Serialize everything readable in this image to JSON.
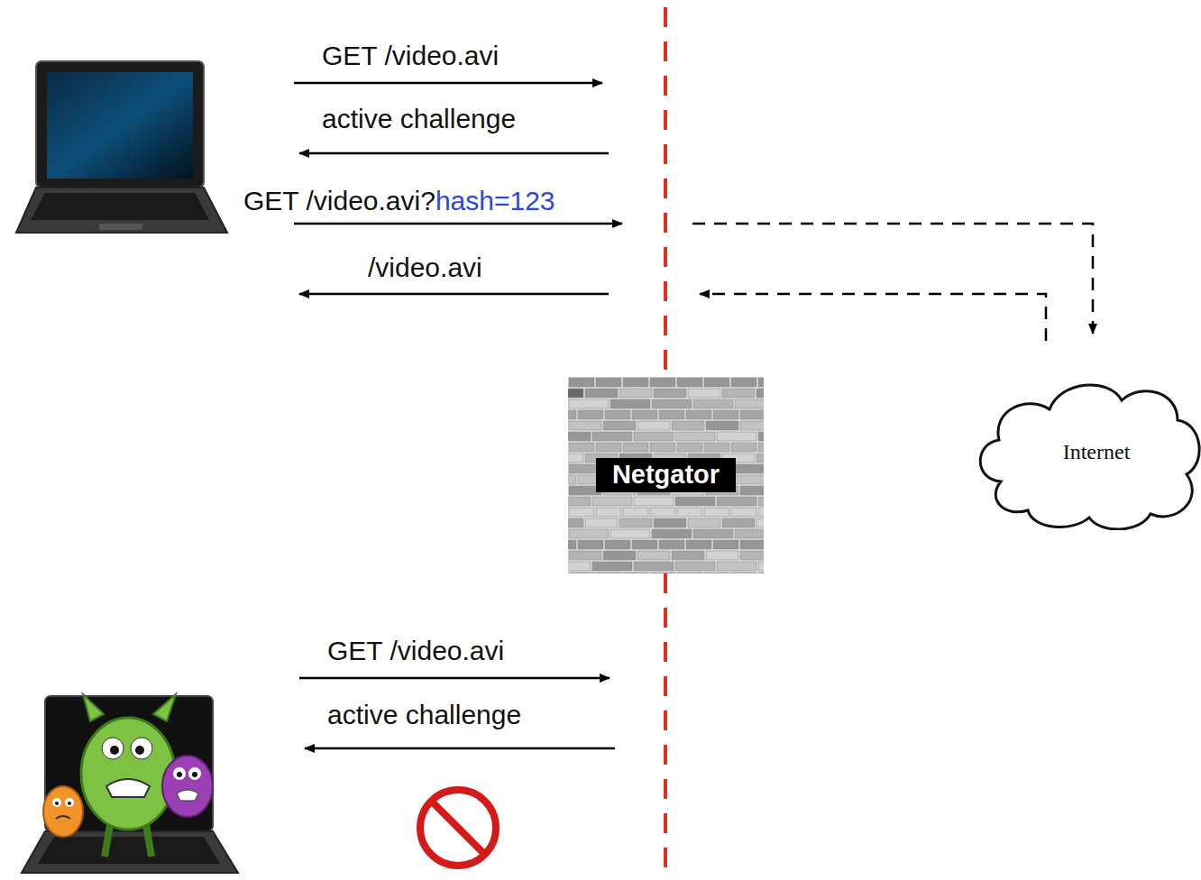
{
  "diagram": {
    "nodes": [
      {
        "text": [
          "Netgator"
        ]
      },
      {
        "text": [
          "Internet"
        ]
      }
    ],
    "labels": [
      "GET /video.avi",
      "active challenge",
      "GET /video.avi?",
      "hash=123",
      "/video.avi",
      "GET /video.avi",
      "active challenge"
    ]
  }
}
